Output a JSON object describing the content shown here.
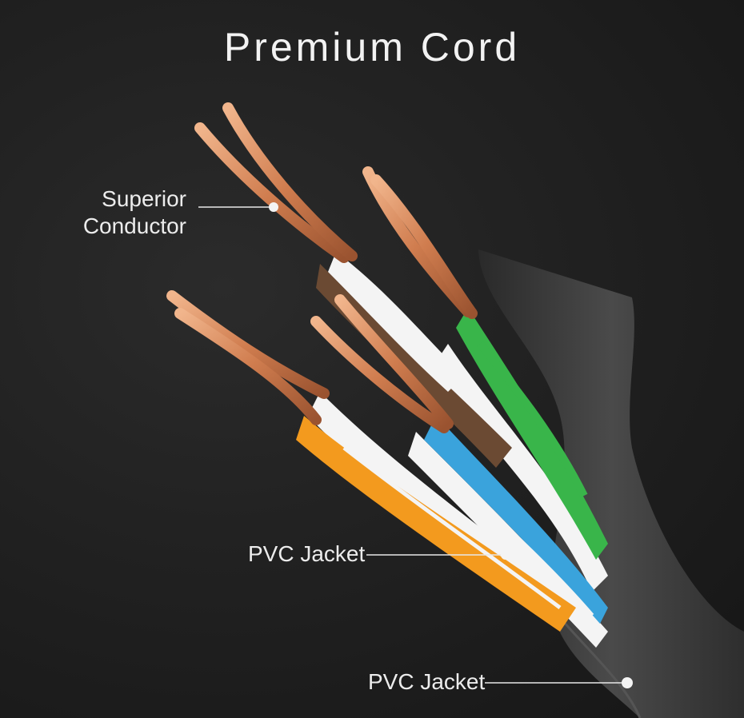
{
  "title": "Premium Cord",
  "callouts": {
    "conductor_line1": "Superior",
    "conductor_line2": "Conductor",
    "inner_jacket": "PVC Jacket",
    "outer_jacket": "PVC Jacket"
  },
  "colors": {
    "background": "#1c1c1c",
    "copper": "#d9875a",
    "green": "#39b54a",
    "brown": "#6b4a33",
    "blue": "#3aa3dc",
    "orange": "#f39a1e",
    "white": "#f4f4f4",
    "jacket": "#3a3a3a"
  }
}
